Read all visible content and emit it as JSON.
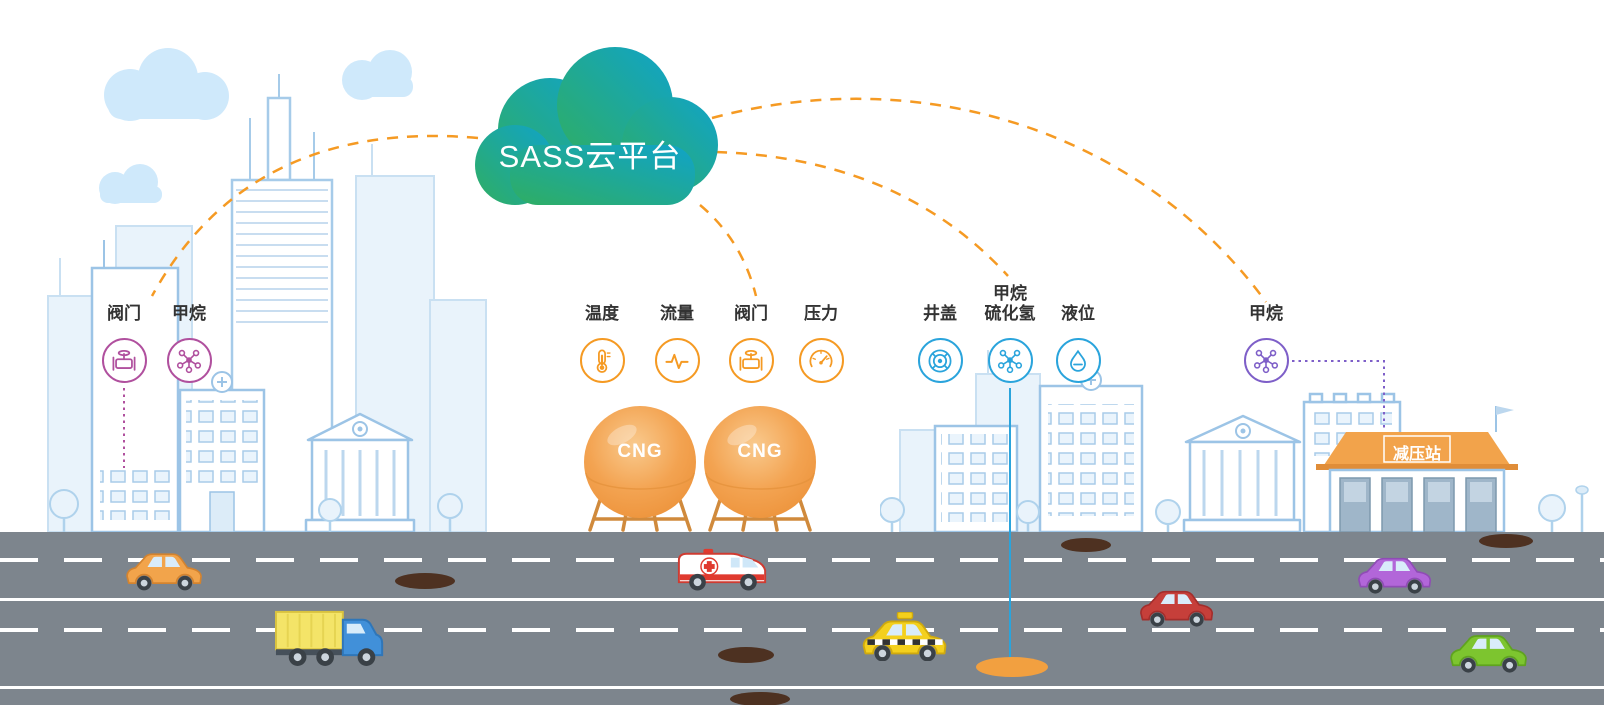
{
  "cloud": {
    "label": "SASS云平台",
    "gradient_start": "#2fae62",
    "gradient_end": "#10a3c9"
  },
  "colors": {
    "connection_orange": "#f59a23",
    "group_city": "#b0509e",
    "group_cng": "#f59a23",
    "group_street": "#2aa4dc",
    "group_station": "#7e5fc8",
    "road_gray": "#7d858d",
    "art_blue": "#9cc4e6",
    "tank_orange": "#f2a34b"
  },
  "sensor_groups": [
    {
      "name": "city-sensors",
      "color": "#b0509e",
      "sensors": [
        {
          "label": "阀门",
          "icon": "valve-icon"
        },
        {
          "label": "甲烷",
          "icon": "molecule-icon"
        }
      ]
    },
    {
      "name": "cng-tank-sensors",
      "color": "#f59a23",
      "sensors": [
        {
          "label": "温度",
          "icon": "thermometer-icon"
        },
        {
          "label": "流量",
          "icon": "flow-icon"
        },
        {
          "label": "阀门",
          "icon": "valve-icon"
        },
        {
          "label": "压力",
          "icon": "pressure-gauge-icon"
        }
      ]
    },
    {
      "name": "street-sensors",
      "color": "#2aa4dc",
      "sensors": [
        {
          "label": "井盖",
          "icon": "manhole-icon"
        },
        {
          "label_top": "甲烷",
          "label": "硫化氢",
          "icon": "molecule-icon"
        },
        {
          "label": "液位",
          "icon": "liquid-level-icon"
        }
      ]
    },
    {
      "name": "station-sensors",
      "color": "#7e5fc8",
      "sensors": [
        {
          "label": "甲烷",
          "icon": "molecule-icon"
        }
      ]
    }
  ],
  "tanks": {
    "tank1_label": "CNG",
    "tank2_label": "CNG"
  },
  "station": {
    "label": "减压站"
  },
  "vehicles": [
    {
      "type": "car",
      "color": "#f2a44b"
    },
    {
      "type": "truck",
      "color": "#f4e468"
    },
    {
      "type": "ambulance",
      "color": "#ffffff"
    },
    {
      "type": "taxi",
      "color": "#f4d01d"
    },
    {
      "type": "car",
      "color": "#c63f3a"
    },
    {
      "type": "car",
      "color": "#b266d9"
    },
    {
      "type": "car",
      "color": "#7dc52f"
    }
  ]
}
